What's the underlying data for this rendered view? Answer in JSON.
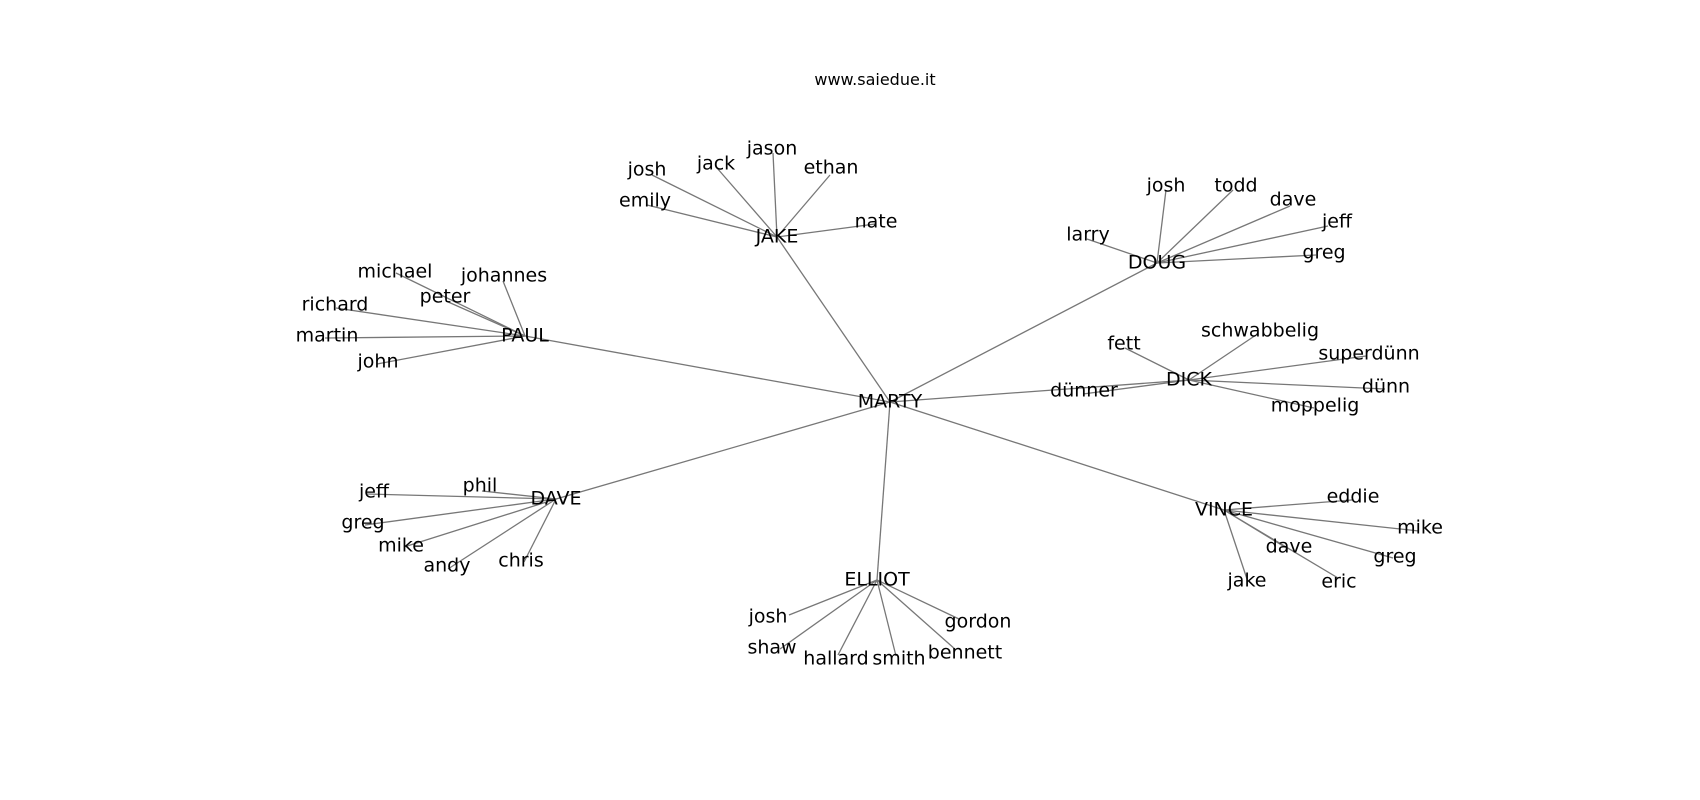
{
  "caption": "www.saiedue.it",
  "graph": {
    "root": "MARTY",
    "hubs": [
      {
        "name": "JAKE",
        "children": [
          "josh",
          "jack",
          "jason",
          "ethan",
          "nate",
          "emily"
        ]
      },
      {
        "name": "DOUG",
        "children": [
          "josh",
          "todd",
          "dave",
          "jeff",
          "greg",
          "larry"
        ]
      },
      {
        "name": "PAUL",
        "children": [
          "michael",
          "johannes",
          "peter",
          "richard",
          "martin",
          "john"
        ]
      },
      {
        "name": "DICK",
        "children": [
          "fett",
          "schwabbelig",
          "superdünn",
          "dünn",
          "moppelig",
          "dünner"
        ]
      },
      {
        "name": "DAVE",
        "children": [
          "phil",
          "jeff",
          "greg",
          "mike",
          "andy",
          "chris"
        ]
      },
      {
        "name": "VINCE",
        "children": [
          "eddie",
          "mike",
          "greg",
          "dave",
          "eric",
          "jake"
        ]
      },
      {
        "name": "ELLIOT",
        "children": [
          "josh",
          "gordon",
          "shaw",
          "hallard",
          "smith",
          "bennett"
        ]
      }
    ]
  }
}
